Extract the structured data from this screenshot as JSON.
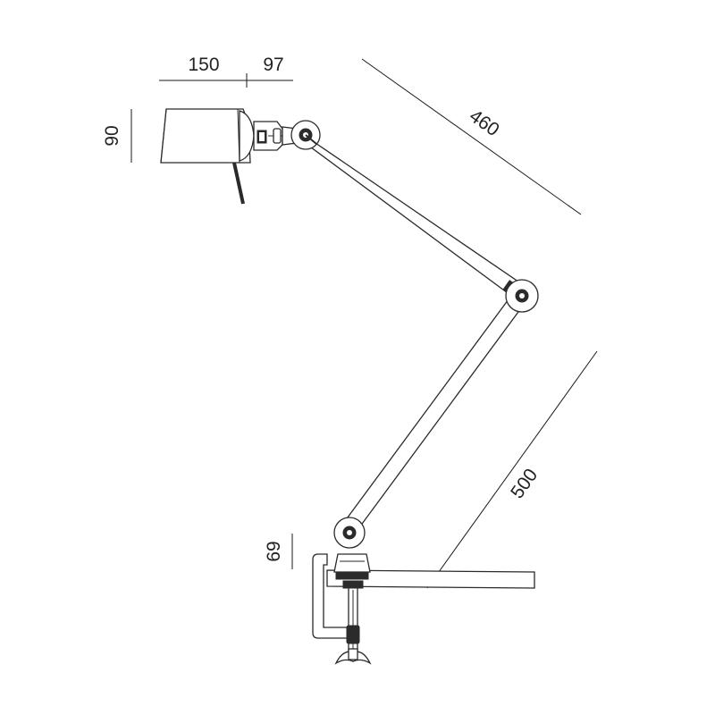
{
  "dimensions": {
    "shade_width": "150",
    "shade_offset": "97",
    "shade_height": "90",
    "upper_arm_length": "460",
    "lower_arm_length": "500",
    "base_height": "69"
  }
}
